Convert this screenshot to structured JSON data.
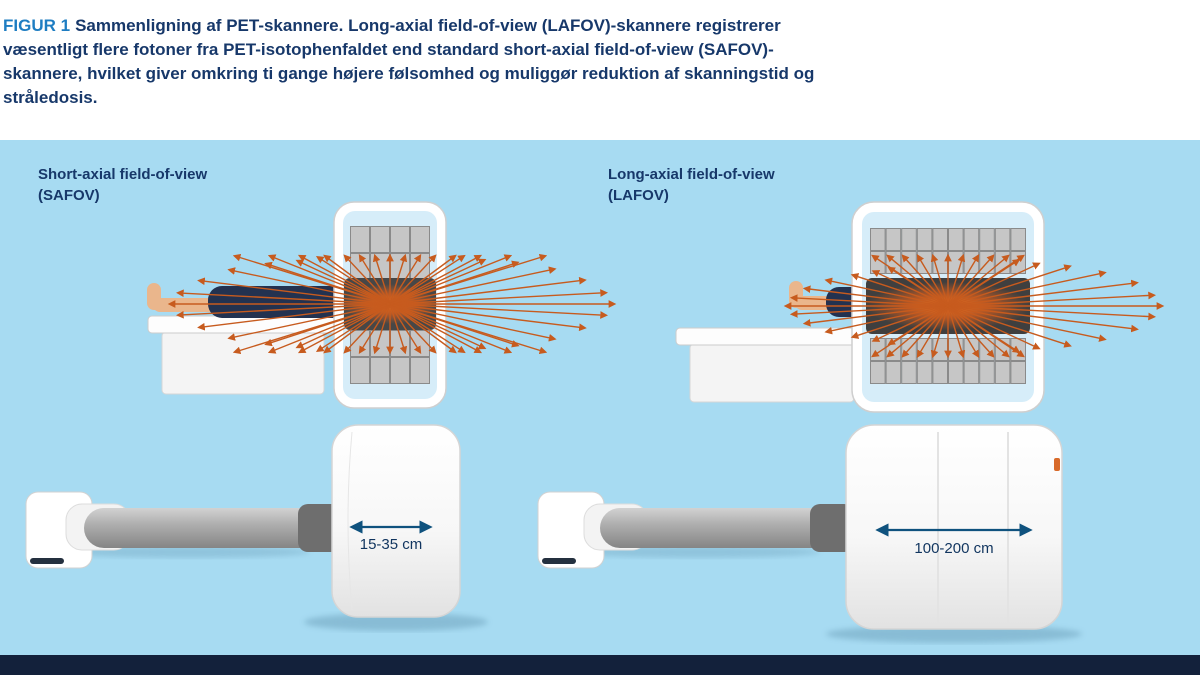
{
  "figure": {
    "label": "FIGUR 1",
    "caption": "Sammenligning af PET-skannere. Long-axial field-of-view (LAFOV)-skannere registrerer væsentligt flere fotoner fra PET-isotophenfaldet end standard short-axial field-of-view (SAFOV)-skannere, hvilket giver omkring ti gange højere følsomhed og muliggør reduktion af skanningstid og stråledosis."
  },
  "panels": {
    "safov": {
      "title": "Short-axial field-of-view",
      "subtitle": "(SAFOV)",
      "axial_coverage": "15-35 cm"
    },
    "lafov": {
      "title": "Long-axial field-of-view",
      "subtitle": "(LAFOV)",
      "axial_coverage": "100-200 cm"
    }
  },
  "colors": {
    "background": "#a7dbf2",
    "caption_label": "#1e7dc2",
    "caption_text": "#17386a",
    "photon_arrow": "#c75b1e",
    "measure_arrow": "#0f527e",
    "footer_bar": "#13213b"
  }
}
